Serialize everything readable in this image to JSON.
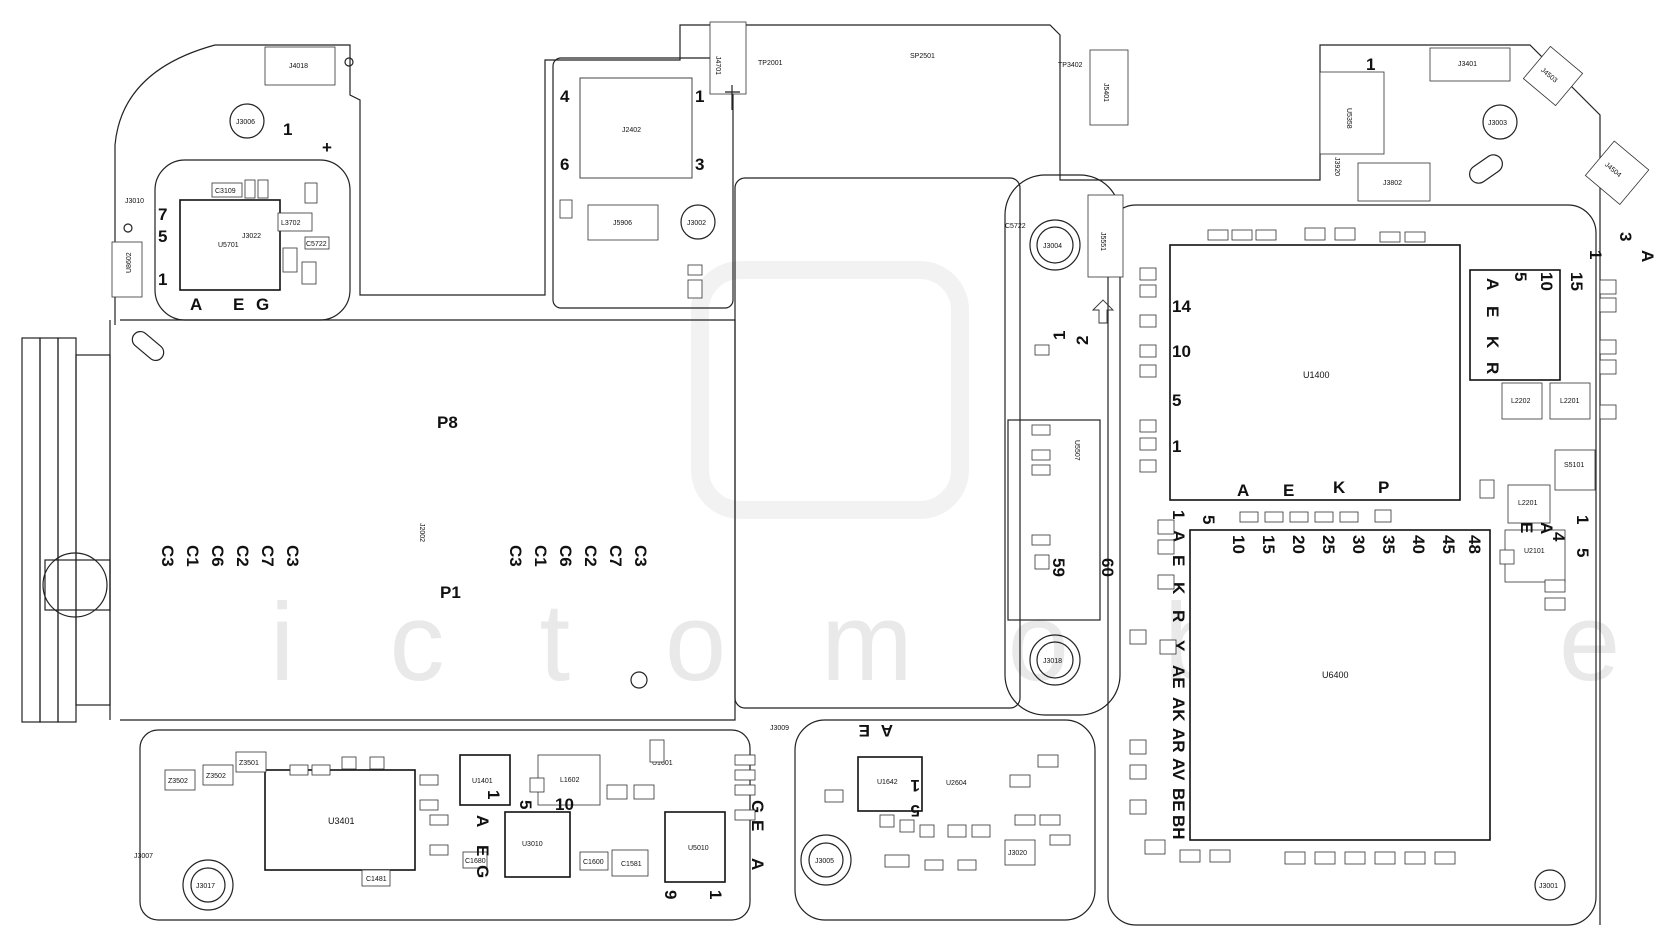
{
  "watermark": "ictomobile",
  "components": {
    "J4018": "J4018",
    "J3006": "J3006",
    "J3010": "J3010",
    "U8602": "U8602",
    "U5701": "U5701",
    "J3022": "J3022",
    "C3109": "C3109",
    "L3702": "L3702",
    "C5722": "C5722",
    "J2402": "J2402",
    "J5906": "J5906",
    "J3002": "J3002",
    "J4701": "J4701",
    "TP2001": "TP2001",
    "SP2501": "SP2501",
    "TP3402": "TP3402",
    "J5401": "J5401",
    "J3004": "J3004",
    "J5551": "J5551",
    "U5507": "U5507",
    "J3018": "J3018",
    "J2002": "J2002",
    "J3401": "J3401",
    "U5358": "U5358",
    "J3003": "J3003",
    "J3802": "J3802",
    "J4503": "J4503",
    "J4504": "J4504",
    "U1400": "U1400",
    "J3920": "J3920",
    "L2202": "L2202",
    "L2201": "L2201",
    "S5101": "S5101",
    "L2201b": "L2201",
    "U2101": "U2101",
    "U6400": "U6400",
    "J3001": "J3001",
    "U3401": "U3401",
    "J3017": "J3017",
    "J3007": "J3007",
    "U1401": "U1401",
    "L1602": "L1602",
    "U1601": "U1601",
    "J3009": "J3009",
    "U1642": "U1642",
    "U2604": "U2604",
    "J3005": "J3005",
    "U5010": "U5010",
    "U3010": "U3010",
    "C1581": "C1581",
    "C1600": "C1600",
    "C1680": "C1680",
    "C1481": "C1481",
    "J3020": "J3020",
    "Z3501": "Z3501",
    "Z3502": "Z3502",
    "Z3502b": "Z3502"
  },
  "labels": {
    "p8": "P8",
    "p1": "P1",
    "capsLeft": [
      "C3",
      "C1",
      "C6",
      "C2",
      "C7",
      "C3"
    ],
    "capsRight": [
      "C3",
      "C1",
      "C6",
      "C2",
      "C7",
      "C3"
    ],
    "n59": "59",
    "n60": "60",
    "n14": "14",
    "n10": "10",
    "n5": "5",
    "n1": "1",
    "n2": "2",
    "j2402_4": "4",
    "j2402_1": "1",
    "j2402_6": "6",
    "j2402_3": "3",
    "u5701_7": "7",
    "u5701_5": "5",
    "u5701_1": "1",
    "u5701_rows": [
      "A",
      "E",
      "G"
    ],
    "u1400_cols": [
      "A",
      "E",
      "K",
      "P"
    ],
    "u6400_cols": [
      "5",
      "10",
      "15",
      "20",
      "25",
      "30",
      "35",
      "40",
      "45",
      "48"
    ],
    "u6400_rows": [
      "A",
      "E",
      "K",
      "R",
      "Y",
      "AE",
      "AK",
      "AR",
      "AV",
      "BE",
      "BH"
    ],
    "u6400_1": "1",
    "u3d_cols": [
      "5",
      "10",
      "15"
    ],
    "u3d_rows": [
      "A",
      "E",
      "K",
      "R"
    ],
    "top_1": "1",
    "plus": "+",
    "j4701_1": "1",
    "u2101_3": "3",
    "u2101_A": "A",
    "u2101_1": "1",
    "u2101_4": "4",
    "u2101b_A": "A",
    "u2101b_E": "E",
    "u2101b_1": "1",
    "u2101b_5": "5",
    "u1401_1": "1",
    "u1401_5": "5",
    "u1401_10": "10",
    "u1401_A": "A",
    "u1401_E": "E",
    "u1401_G": "G",
    "u5010_9": "9",
    "u5010_1": "1",
    "u5010_A": "A",
    "u5010_E": "E",
    "u5010_G": "G",
    "u1642_A": "A",
    "u1642_E": "E",
    "u1642_1": "1",
    "u1642_5": "5",
    "j3920_1": "1"
  }
}
